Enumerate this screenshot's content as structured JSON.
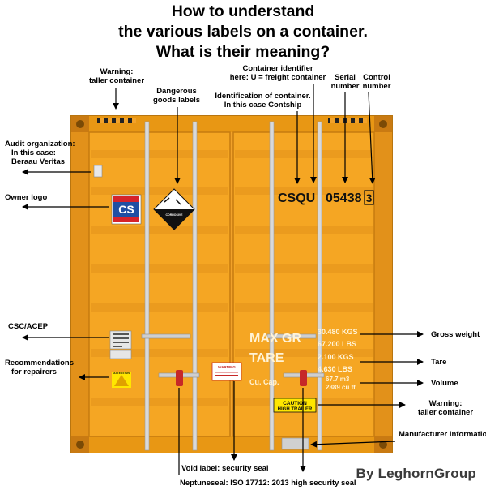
{
  "title": {
    "line1": "How to understand",
    "line2": "the various labels on a container.",
    "line3": "What is their meaning?"
  },
  "labels": {
    "warning_top_l1": "Warning:",
    "warning_top_l2": "taller container",
    "container_identifier_l1": "Container identifier",
    "container_identifier_l2": "here: U = freight container",
    "serial_l1": "Serial",
    "serial_l2": "number",
    "control_l1": "Control",
    "control_l2": "number",
    "dangerous_l1": "Dangerous",
    "dangerous_l2": "goods labels",
    "identification_l1": "Identification of container.",
    "identification_l2": "In this case Contship",
    "audit_l1": "Audit organization:",
    "audit_l2": "In this case:",
    "audit_l3": "Beraau Veritas",
    "owner_logo": "Owner logo",
    "csc": "CSC/ACEP",
    "repairers_l1": "Recommendations",
    "repairers_l2": "for repairers",
    "gross_weight": "Gross weight",
    "tare": "Tare",
    "volume": "Volume",
    "warning_right_l1": "Warning:",
    "warning_right_l2": "taller container",
    "manufacturer": "Manufacturer information",
    "void_label": "Void label: security seal",
    "neptuneseal": "Neptuneseal: ISO 17712: 2013 high security seal"
  },
  "container": {
    "code_letters": "CSQU",
    "serial": "05438",
    "check_digit": "3",
    "owner_logo_text": "CS",
    "hazard_text": "CORROSIVE",
    "max_gr": "MAX GR",
    "tare_word": "TARE",
    "cu_cap": "Cu. Cap.",
    "weights": [
      "30.480 KGS",
      "67.200 LBS",
      "2.100 KGS",
      "4.630 LBS"
    ],
    "volume_m3": "67.7 m3",
    "volume_cuft": "2389 cu ft",
    "caution_l1": "CAUTION",
    "caution_l2": "HIGH TRAILER",
    "warning_sticker_l1": "WARNING",
    "attention": "ATTENTION"
  },
  "brand": "By LeghornGroup",
  "colors": {
    "container_orange": "#f5a623",
    "container_dark": "#c97a12",
    "rod": "#d9d9d9",
    "caution_yellow": "#ffe600",
    "logo_blue": "#1f4fa3",
    "logo_red": "#d6232a"
  }
}
